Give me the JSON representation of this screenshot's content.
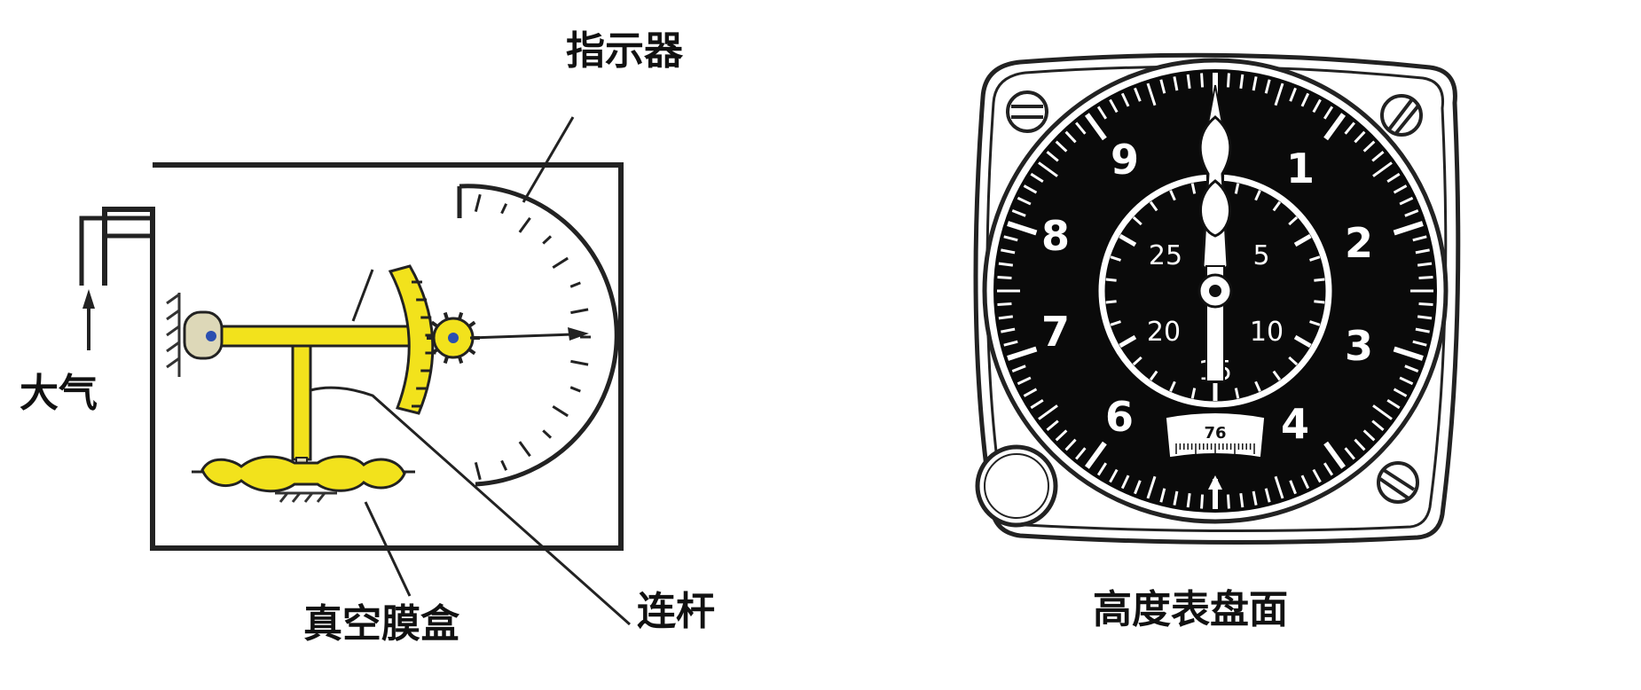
{
  "mechanism": {
    "indicator_label": "指示器",
    "atmosphere_label": "大气",
    "capsule_label": "真空膜盒",
    "linkage_label": "连杆",
    "part_color": "#f2e21c",
    "outline_color": "#222222"
  },
  "dial": {
    "caption": "高度表盘面",
    "outer_numerals": [
      "1",
      "2",
      "3",
      "4",
      "6",
      "7",
      "8",
      "9"
    ],
    "inner_numerals": [
      "5",
      "10",
      "15",
      "20",
      "25"
    ],
    "window_value": "76",
    "face_color": "#0a0a0a",
    "marking_color": "#ffffff"
  }
}
